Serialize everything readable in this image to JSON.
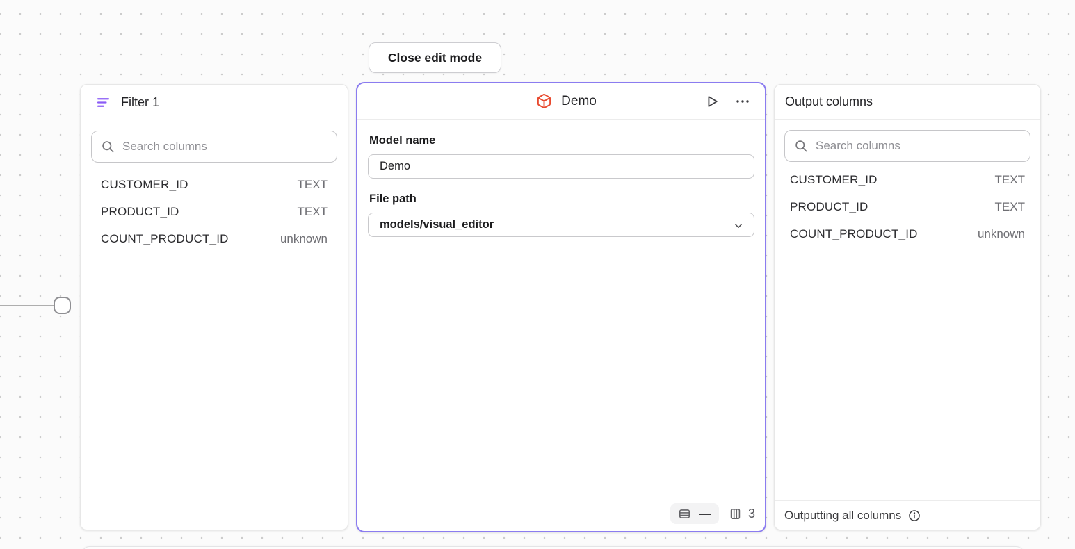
{
  "toolbar": {
    "close_button_label": "Close edit mode"
  },
  "filter_panel": {
    "title": "Filter 1",
    "search_placeholder": "Search columns",
    "columns": [
      {
        "name": "CUSTOMER_ID",
        "type": "TEXT"
      },
      {
        "name": "PRODUCT_ID",
        "type": "TEXT"
      },
      {
        "name": "COUNT_PRODUCT_ID",
        "type": "unknown"
      }
    ]
  },
  "model_panel": {
    "title": "Demo",
    "model_name_label": "Model name",
    "model_name_value": "Demo",
    "file_path_label": "File path",
    "file_path_value": "models/visual_editor",
    "status_bar": {
      "row_count": "—",
      "column_count": "3"
    }
  },
  "output_panel": {
    "title": "Output columns",
    "search_placeholder": "Search columns",
    "columns": [
      {
        "name": "CUSTOMER_ID",
        "type": "TEXT"
      },
      {
        "name": "PRODUCT_ID",
        "type": "TEXT"
      },
      {
        "name": "COUNT_PRODUCT_ID",
        "type": "unknown"
      }
    ],
    "footer_text": "Outputting all columns"
  },
  "colors": {
    "selection_accent": "#8b7cf0",
    "filter_icon_purple": "#8b5cf6",
    "model_icon_orange": "#e8492e",
    "canvas_dot": "#cccccc"
  }
}
